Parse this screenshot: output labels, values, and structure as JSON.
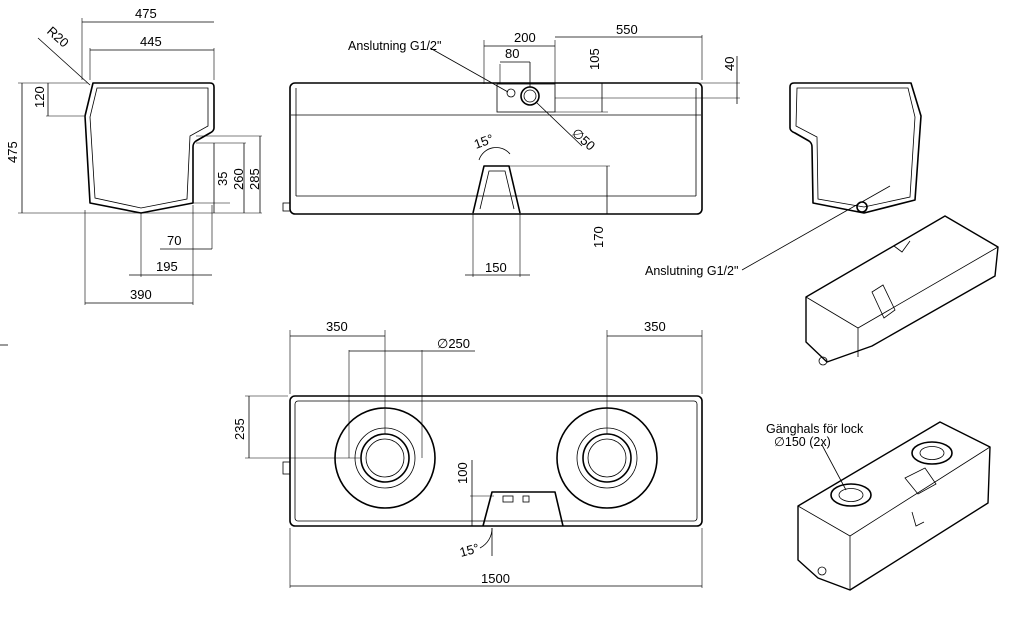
{
  "colors": {
    "line": "#000000",
    "background": "#ffffff"
  },
  "side_view": {
    "dims": {
      "w475": "475",
      "w445": "445",
      "r20": "R20",
      "h120": "120",
      "h475": "475",
      "h35": "35",
      "h260": "260",
      "h285": "285",
      "b70": "70",
      "b195": "195",
      "b390": "390"
    }
  },
  "front_view": {
    "dims": {
      "d200": "200",
      "d80": "80",
      "d550": "550",
      "d105": "105",
      "d40": "40",
      "dia50": "∅50",
      "ang15": "15°",
      "d170": "170",
      "d150": "150"
    },
    "label_connection": "Anslutning G1/2\""
  },
  "top_view": {
    "dims": {
      "l350": "350",
      "r350": "350",
      "dia250": "∅250",
      "h235": "235",
      "h100": "100",
      "ang15": "15°",
      "w1500": "1500"
    }
  },
  "iso_views": {
    "label_connection": "Anslutning G1/2\"",
    "label_neck_line1": "Gänghals för lock",
    "label_neck_line2": "∅150 (2x)"
  }
}
